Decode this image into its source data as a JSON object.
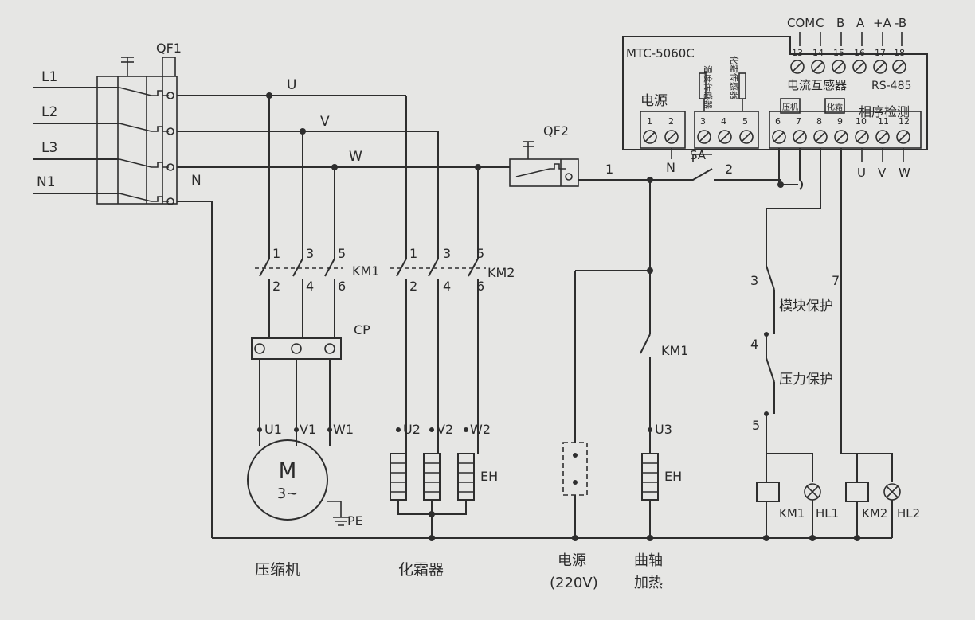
{
  "controller": {
    "model": "MTC-5060C",
    "power_group": "电源",
    "ct_group": "电流互感器",
    "rs485_group": "RS-485",
    "phase_group": "相序检测",
    "sensor_labels": [
      "温度传感器",
      "化霜传感器"
    ],
    "press_label": "压机",
    "defrost_label": "化霜",
    "top_terminal_labels": [
      "COM",
      "C",
      "B",
      "A",
      "+A",
      "-B"
    ],
    "top_terminals": [
      "13",
      "14",
      "15",
      "16",
      "17",
      "18"
    ],
    "bottom_terminals": [
      "1",
      "2",
      "3",
      "4",
      "5",
      "6",
      "7",
      "8",
      "9",
      "10",
      "11",
      "12"
    ],
    "phase_outputs": [
      "U",
      "V",
      "W"
    ]
  },
  "mains": {
    "lines": [
      "L1",
      "L2",
      "L3",
      "N1"
    ],
    "breaker": "QF1",
    "neutral": "N",
    "phases": [
      "U",
      "V",
      "W"
    ]
  },
  "contactors": {
    "km1": {
      "name": "KM1",
      "top": [
        "1",
        "3",
        "5"
      ],
      "bottom": [
        "2",
        "4",
        "6"
      ]
    },
    "km2": {
      "name": "KM2",
      "top": [
        "1",
        "3",
        "5"
      ],
      "bottom": [
        "2",
        "4",
        "6"
      ]
    },
    "km1_contact": "KM1"
  },
  "compressor": {
    "protector": "CP",
    "terminals": [
      "U1",
      "V1",
      "W1"
    ],
    "motor": "M",
    "motor_sub": "3~",
    "ground": "PE",
    "caption": "压缩机"
  },
  "defroster": {
    "terminals": [
      "U2",
      "V2",
      "W2"
    ],
    "heater": "EH",
    "caption": "化霜器"
  },
  "power_supply": {
    "caption1": "电源",
    "caption2": "(220V)"
  },
  "crank_heater": {
    "terminal": "U3",
    "heater": "EH",
    "caption1": "曲轴",
    "caption2": "加热"
  },
  "control_circuit": {
    "breaker": "QF2",
    "wire1": "1",
    "wire2": "2",
    "switch": "SA",
    "neutral": "N",
    "node3": "3",
    "node4": "4",
    "node5": "5",
    "node7": "7",
    "module_protect": "模块保护",
    "pressure_protect": "压力保护",
    "coil1": "KM1",
    "lamp1": "HL1",
    "coil2": "KM2",
    "lamp2": "HL2"
  },
  "colors": {
    "background": "#e6e6e4",
    "ink": "#2e2e2e"
  }
}
